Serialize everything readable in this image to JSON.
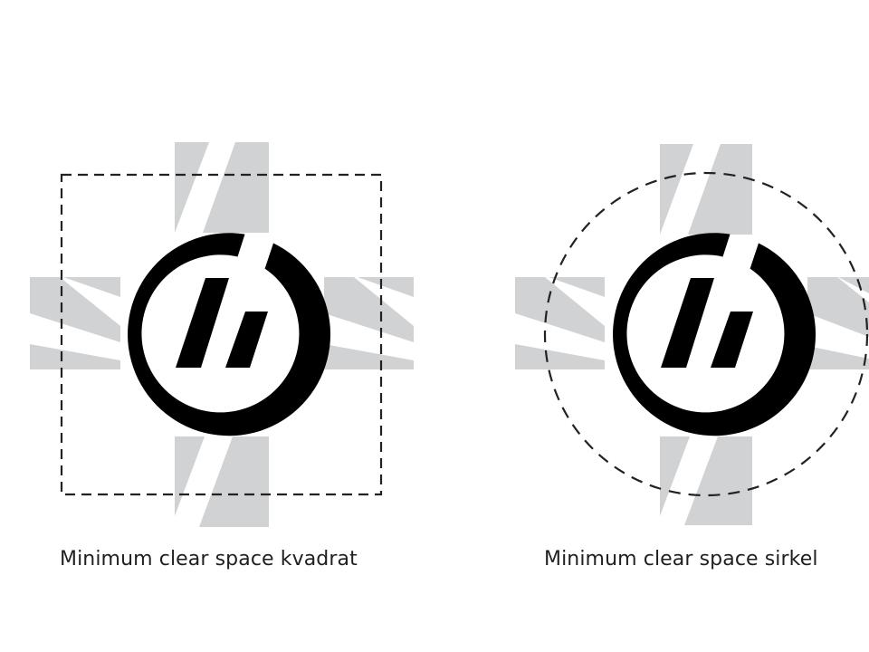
{
  "colors": {
    "background": "#ffffff",
    "logo": "#000000",
    "clearspace_pattern": "#d1d2d4",
    "boundary_dash": "#222222",
    "caption_text": "#1f1f1f"
  },
  "icons": {
    "logo": "circle-double-slash-logo-icon",
    "clearspace_marker": "diagonal-stripe-block-icon"
  },
  "panels": [
    {
      "id": "square",
      "boundary_shape": "dashed-square",
      "caption": "Minimum clear space kvadrat"
    },
    {
      "id": "circle",
      "boundary_shape": "dashed-circle",
      "caption": "Minimum clear space sirkel"
    }
  ]
}
